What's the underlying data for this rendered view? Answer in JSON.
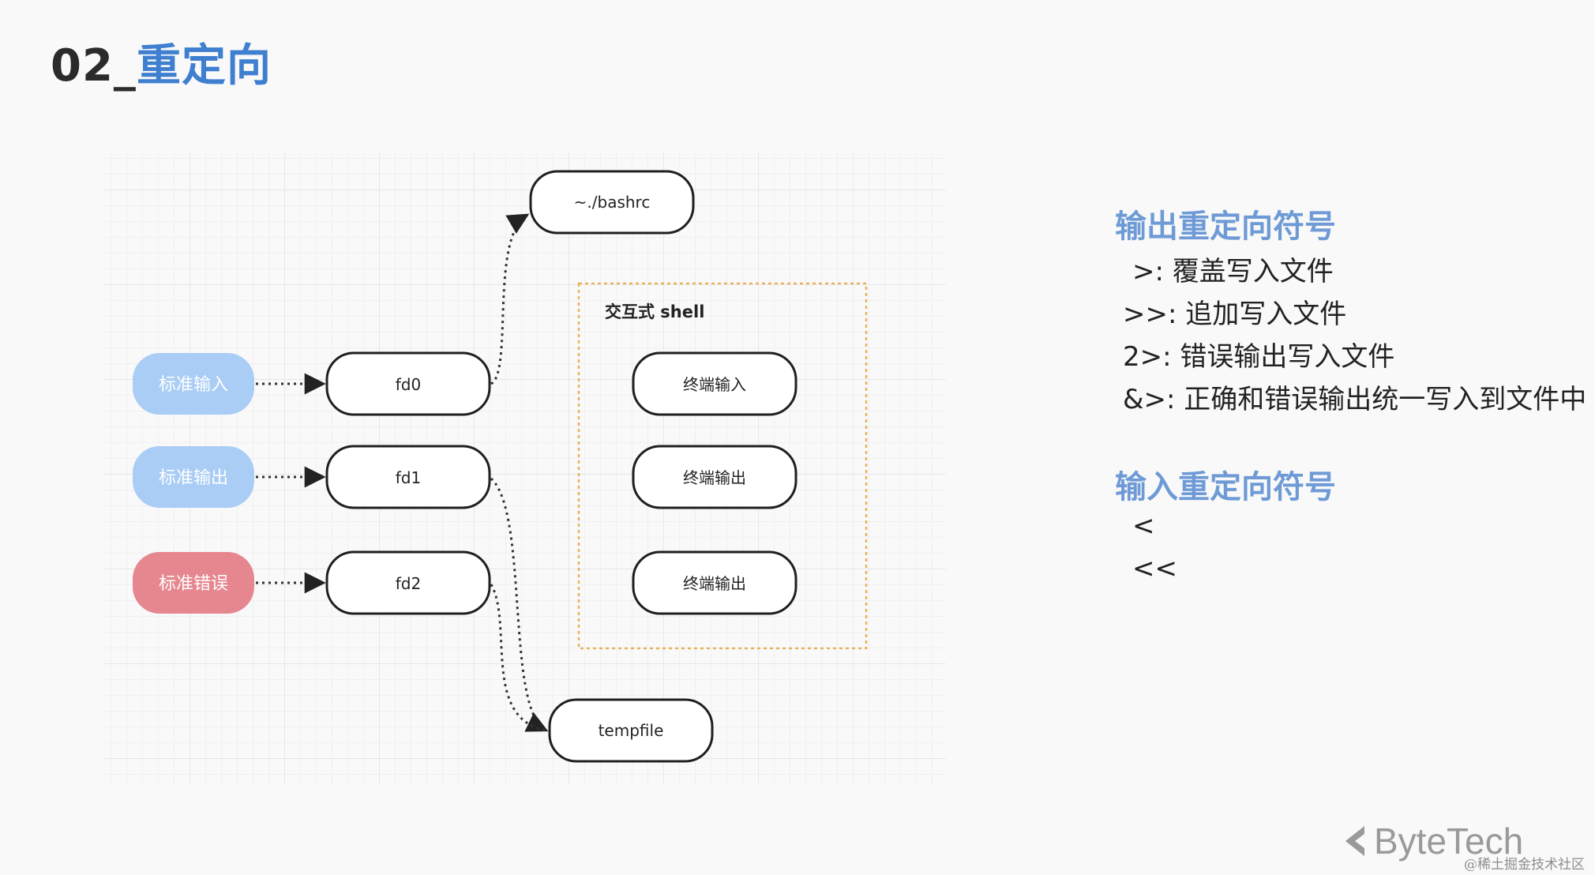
{
  "slide": {
    "title_number": "02_",
    "title_text": "重定向"
  },
  "diagram": {
    "sources": [
      "标准输入",
      "标准输出",
      "标准错误"
    ],
    "fds": [
      "fd0",
      "fd1",
      "fd2"
    ],
    "bashrc": "~./bashrc",
    "tempfile": "tempfile",
    "shell_label": "交互式 shell",
    "terminals": [
      "终端输入",
      "终端输出",
      "终端输出"
    ],
    "colors": {
      "stdin": "#a9cdf5",
      "stdout": "#a9cdf5",
      "stderr": "#e6878f",
      "shell_border": "#e8b25a"
    }
  },
  "output_redirect": {
    "title": "输出重定向符号",
    "rules": [
      {
        "symbol": ">:",
        "desc": "覆盖写入文件"
      },
      {
        "symbol": ">>:",
        "desc": "追加写入文件"
      },
      {
        "symbol": "2>:",
        "desc": "错误输出写入文件"
      },
      {
        "symbol": "&>:",
        "desc": "正确和错误输出统一写入到文件中"
      }
    ]
  },
  "input_redirect": {
    "title": "输入重定向符号",
    "symbols": [
      "<",
      "<<"
    ]
  },
  "branding": {
    "logo_text": "ByteTech",
    "watermark": "@稀土掘金技术社区"
  }
}
